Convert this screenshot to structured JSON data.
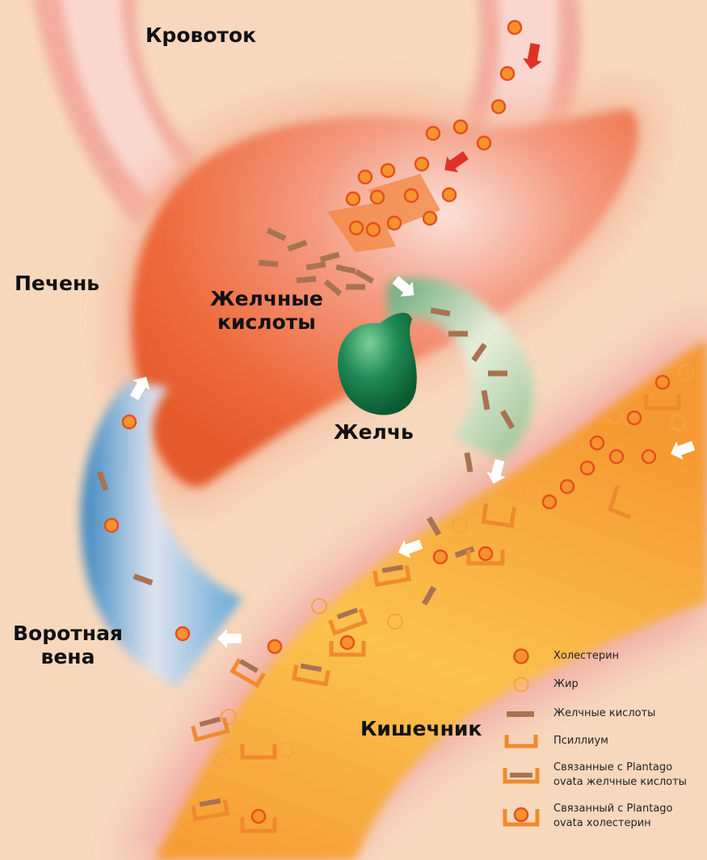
{
  "labels": {
    "bloodstream": "Кровоток",
    "liver": "Печень",
    "bile_acids_line1": "Желчные",
    "bile_acids_line2": "кислоты",
    "bile": "Желчь",
    "portal_vein_line1": "Воротная",
    "portal_vein_line2": "вена",
    "intestine": "Кишечник"
  },
  "legend": {
    "cholesterol": "Холестерин",
    "fat": "Жир",
    "bile_acids": "Желчные кислоты",
    "psyllium": "Псиллиум",
    "bound_bile_acids_line1": "Связанные с Plantago",
    "bound_bile_acids_line2": "ovata желчные кислоты",
    "bound_cholesterol_line1": "Связанный с Plantago",
    "bound_cholesterol_line2": "ovata холестерин"
  },
  "colors": {
    "background": "#f7d8bd",
    "liver": "#ef6a3a",
    "vessel": "#f6c2b8",
    "intestine": "#f7a13a",
    "gallbladder": "#1f8a55",
    "portal_vein": "#4a93c7",
    "cholesterol_fill": "#f07a2a",
    "cholesterol_stroke": "#e4511b",
    "fat_stroke": "#f5a24a",
    "bile_acid": "#a97352",
    "psyllium": "#ef8a2e",
    "arrow_red": "#e03128"
  }
}
